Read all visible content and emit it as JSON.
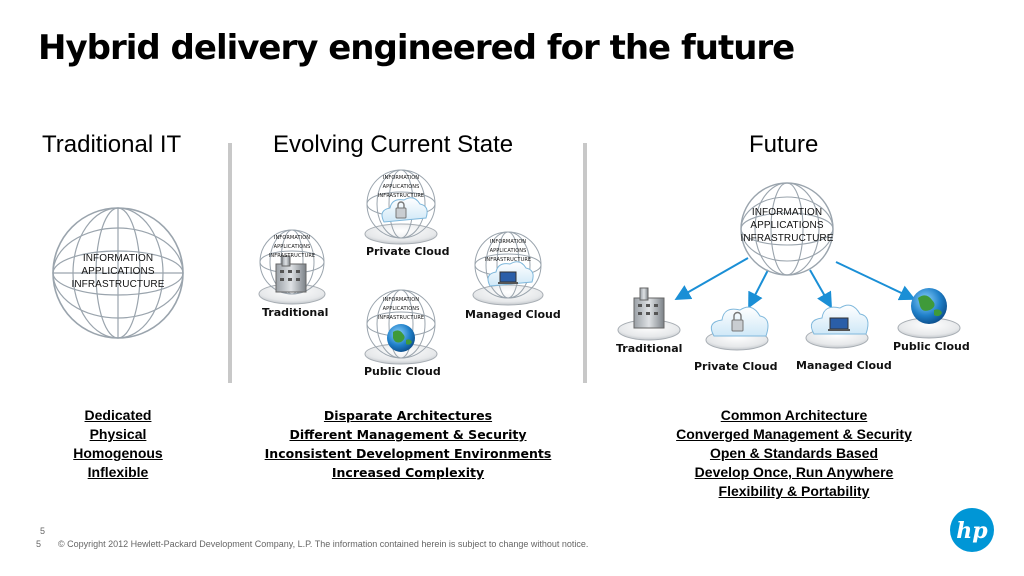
{
  "title": "Hybrid delivery engineered for the future",
  "columns": {
    "traditional": {
      "heading": "Traditional IT",
      "globe_lines": [
        "INFORMATION",
        "APPLICATIONS",
        "INFRASTRUCTURE"
      ],
      "list": [
        "Dedicated",
        "Physical",
        "Homogenous",
        "Inflexible"
      ]
    },
    "evolving": {
      "heading": "Evolving Current State",
      "globe_lines": [
        "INFORMATION",
        "APPLICATIONS",
        "INFRASTRUCTURE"
      ],
      "labels": {
        "private": "Private Cloud",
        "traditional": "Traditional",
        "managed": "Managed Cloud",
        "public": "Public Cloud"
      },
      "list": [
        "Disparate Architectures",
        "Different Management & Security",
        "Inconsistent Development Environments",
        "Increased Complexity"
      ]
    },
    "future": {
      "heading": "Future",
      "globe_lines": [
        "INFORMATION",
        "APPLICATIONS",
        "INFRASTRUCTURE"
      ],
      "labels": {
        "traditional": "Traditional",
        "private": "Private Cloud",
        "managed": "Managed Cloud",
        "public": "Public Cloud"
      },
      "list": [
        "Common Architecture",
        "Converged Management & Security",
        "Open & Standards Based",
        "Develop Once, Run Anywhere",
        "Flexibility & Portability"
      ]
    }
  },
  "footer": {
    "page_top": "5",
    "page_bottom": "5",
    "copyright": "© Copyright 2012 Hewlett-Packard Development Company, L.P.  The information contained herein is subject to change without notice."
  },
  "logo": {
    "text": "hp",
    "color": "#0096d6"
  },
  "colors": {
    "arrow": "#1a8fd6",
    "globe_line": "#9aa4ad",
    "cloud_blue": "#3fa9e6"
  }
}
